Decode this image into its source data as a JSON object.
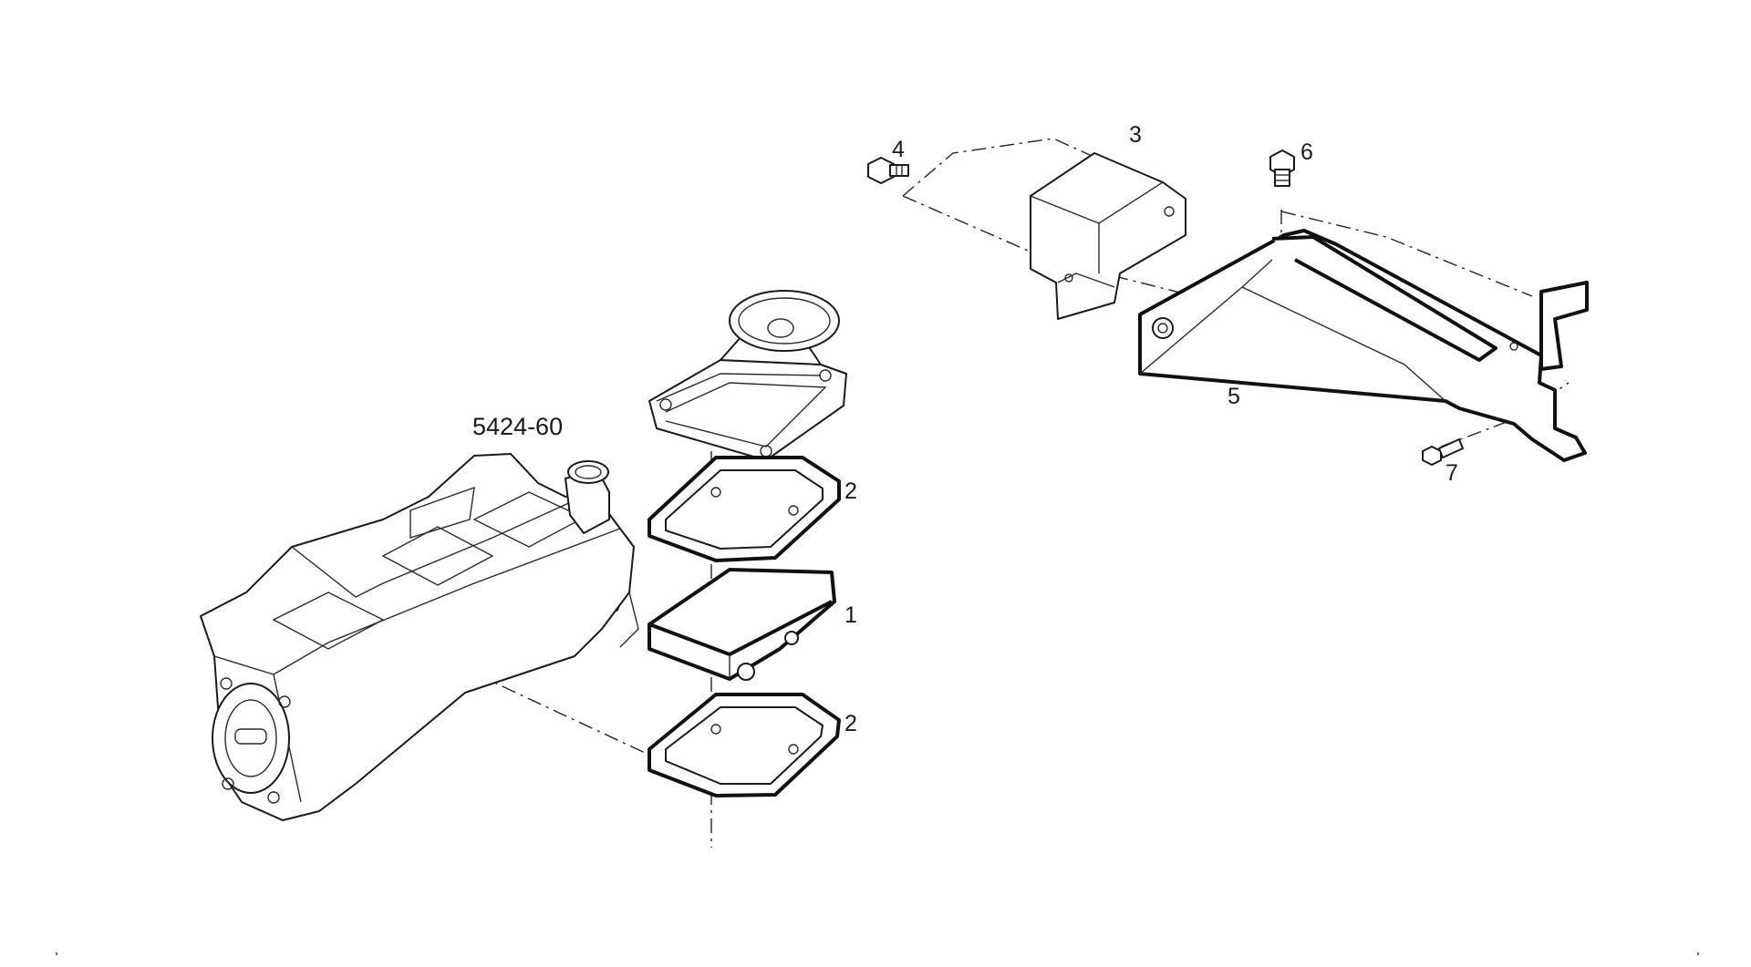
{
  "diagram": {
    "assembly_label": "5424-60",
    "callouts": {
      "part_1": "1",
      "part_2_upper": "2",
      "part_2_lower": "2",
      "part_3": "3",
      "part_4": "4",
      "part_5": "5",
      "part_6": "6",
      "part_7": "7"
    }
  }
}
